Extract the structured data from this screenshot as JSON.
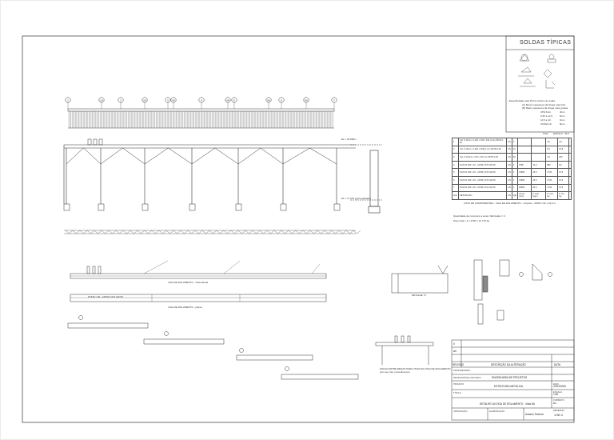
{
  "welds": {
    "title": "SOLDAS TÍPICAS",
    "spec_lines": [
      "- Especificação para Perna mínimo de solda:",
      "(A) Menor espessura da chapa mais fina",
      "(B) Maior espessura da chapa mais grossa"
    ],
    "spec_rows": [
      [
        "ATÉ 6mm",
        "3mm"
      ],
      [
        "6,35 a 12,5",
        "5mm"
      ],
      [
        "12,5 a 19",
        "6mm"
      ],
      [
        "ACIMA 19",
        "8mm"
      ]
    ]
  },
  "grid_axes": [
    "1",
    "1A",
    "2",
    "2A",
    "3",
    "3A",
    "4",
    "4A",
    "5",
    "5A",
    "6",
    "6A",
    "7"
  ],
  "elevation": {
    "level_top": "EL = 20.850m",
    "level_bottom": "EL = 17.257 (piso acabado)"
  },
  "bom": {
    "header": [
      "Total",
      "ESCALA",
      "42,6"
    ],
    "rows": [
      [
        "1",
        "CH. # 16mm x L220 x 340 x 340 (mm) ASTM A 36",
        "UN",
        "2",
        "",
        "",
        "2,5",
        "4,9",
        ""
      ],
      [
        "2",
        "CH. # 16mm x L220 x 220(x) mm ASTM A 36",
        "UN",
        "16",
        "",
        "",
        "6,0",
        "15,8",
        ""
      ],
      [
        "3",
        "CH. # 12,5mm x 80 x 472 mm ASTM A 36",
        "UN",
        "60",
        "",
        "",
        "4,6",
        "250",
        ""
      ],
      [
        "4",
        "Perfil W 250 x 32 - ASTM A 572 GR 50",
        "UN",
        "2",
        "9786",
        "32,0",
        "880",
        "8,0",
        ""
      ],
      [
        "5",
        "Perfil W 200 x 26 - ASTM A 572 GR 50",
        "UN",
        "1",
        "16850",
        "26,0",
        "1743",
        "12,5",
        ""
      ],
      [
        "6",
        "Perfil W 200 x 26 - ASTM A 572 GR 50",
        "UN",
        "1",
        "16850",
        "26,0",
        "1743",
        "12,5",
        ""
      ],
      [
        "7",
        "Perfil W 200 x 26 - ASTM A 572 GR 50",
        "UN",
        "1",
        "16850",
        "26,0",
        "1743",
        "12,5",
        ""
      ],
      [
        "Item",
        "DESCRIÇÃO",
        "UN",
        "Qtd",
        "Comp. (mm)",
        "P. Unit. Kg/m",
        "P. Unit. Kg",
        "P. Tot. Kg",
        ""
      ]
    ],
    "caption": "LISTA DE COMPONENTES - VIGA DE ROLAMENTO - conjunto - W530 x 92 x 42,6 m",
    "note_1": "Quantidade de conjuntos a serem fabricados = 4",
    "note_2": "Peso total = 4 x 3700 = 14 770 kg"
  },
  "views": {
    "beam_1": "VIGA DE ROLAMENTO - Vista lateral",
    "beam_2": "VIGA DE ROLAMENTO - planta",
    "profile": "W 530 x 66 - ASTM A 572 GR 50",
    "detail_a": "DETALHE \"A\"",
    "note_weld": "SOLDA ENTRE MESAS PARA VIGAS DA VIGA DE ROLAMENTO",
    "note_weld_2": "(ver seq. fab. procedimento)"
  },
  "titleblock": {
    "rev_head": [
      "REVISÃO",
      "DESCRIÇÃO DA ALTERAÇÃO",
      "DATA"
    ],
    "rev_rows": [
      "0",
      "A0"
    ],
    "proprietario": "PROPRIETÁRIO",
    "responsavel": "RESPONSÁVEL PROJETO",
    "owner_name": "ENGENHARIA DE PROJETOS",
    "projeto": "PROJETO",
    "project_name": "ESTRUTURA METÁLICA",
    "titulo": "TÍTULO",
    "title_name": "DETALHE DA VIGA DE ROLAMENTO - Vista 5A",
    "date_label": "DATA",
    "date_value": "22/04/2020",
    "scale_label": "ESCALA",
    "scale_value": "1:50",
    "format_label": "FORMATO",
    "format_value": "A1",
    "desenho": "DESENHO",
    "desenho_value": "1:50 1",
    "aprovacao": "APROVAÇÃO",
    "elaboracao": "ELABORAÇÃO",
    "elab_name": "Antonio Teixeira"
  }
}
